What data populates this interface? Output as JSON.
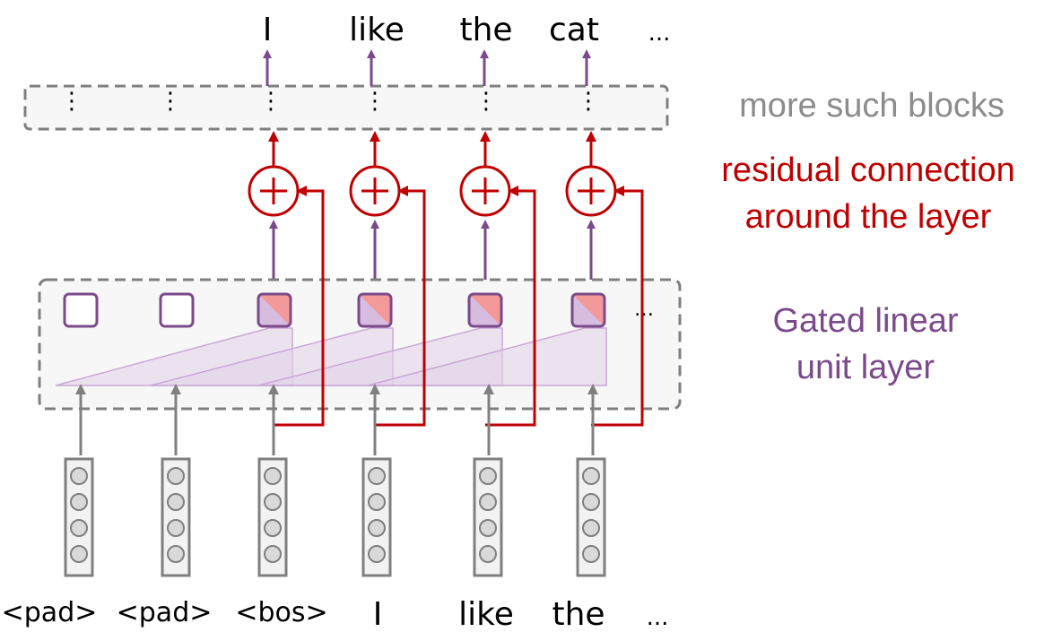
{
  "output_words": [
    "I",
    "like",
    "the",
    "cat",
    "..."
  ],
  "input_tokens": [
    "<pad>",
    "<pad>",
    "<bos>",
    "I",
    "like",
    "the",
    "..."
  ],
  "labels": {
    "more_blocks": "more such blocks",
    "residual_line1": "residual connection",
    "residual_line2": "around the layer",
    "glu_line1": "Gated linear",
    "glu_line2": "unit layer"
  },
  "colors": {
    "purple": "#7b4a8a",
    "red": "#c00000",
    "gray": "#808080",
    "unit_fill_pink": "#f4999a",
    "unit_fill_lilac": "#d6bcdf",
    "window_fill": "#e3d2ea"
  }
}
